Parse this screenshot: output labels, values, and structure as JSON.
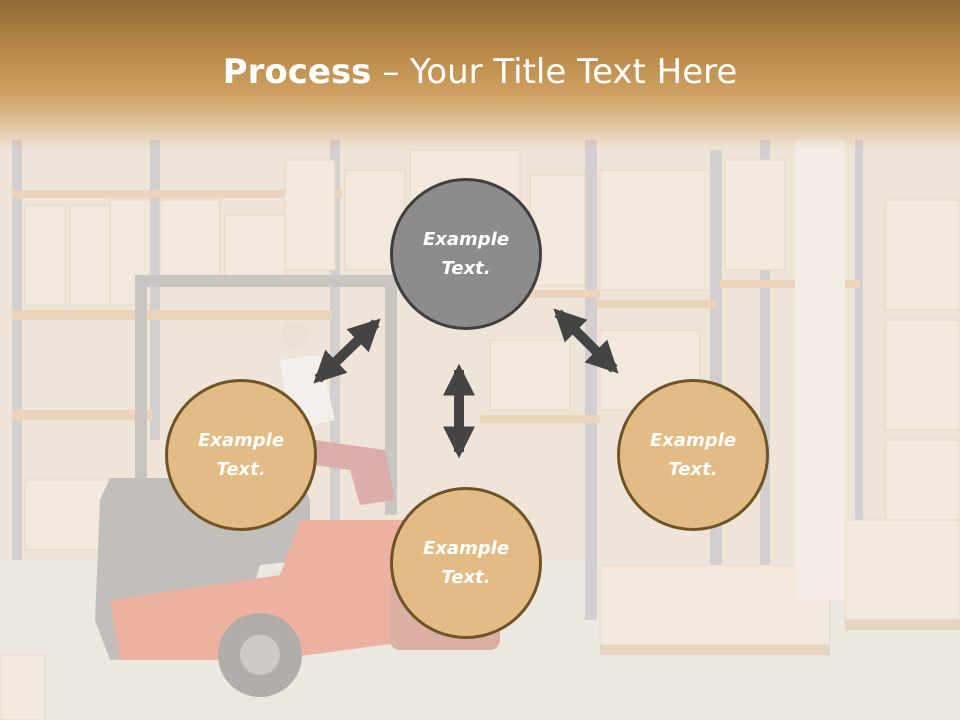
{
  "title": {
    "bold": "Process",
    "rest": " – Your Title Text Here"
  },
  "nodes": {
    "center": {
      "line1": "Example",
      "line2": "Text."
    },
    "left": {
      "line1": "Example",
      "line2": "Text."
    },
    "right": {
      "line1": "Example",
      "line2": "Text."
    },
    "bottom": {
      "line1": "Example",
      "line2": "Text."
    }
  },
  "colors": {
    "header": "#b88a4a",
    "node_fill": "#e2bc84",
    "center_fill": "#8c8c8c",
    "arrow": "#444444"
  }
}
